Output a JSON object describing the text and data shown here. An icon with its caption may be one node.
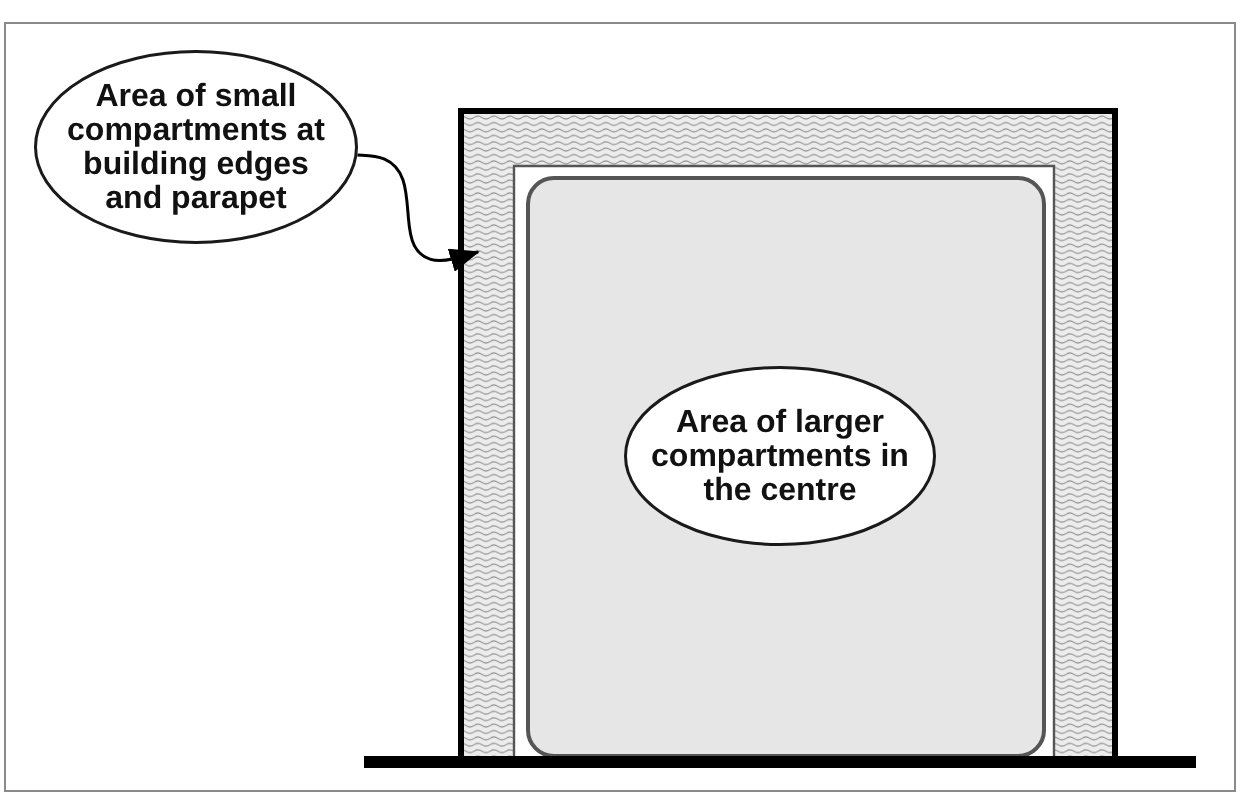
{
  "diagram": {
    "nodes": [
      {
        "text": [
          "Area of small compartments at building edges and parapet"
        ]
      },
      {
        "text": [],
        "shape": "band"
      },
      {
        "text": [],
        "shape": "box"
      },
      {
        "text": [
          "Area of larger compartments in the centre"
        ],
        "in": 2
      }
    ],
    "edges": [
      {
        "from": 0,
        "to": 1,
        "arrow": "to"
      }
    ]
  }
}
